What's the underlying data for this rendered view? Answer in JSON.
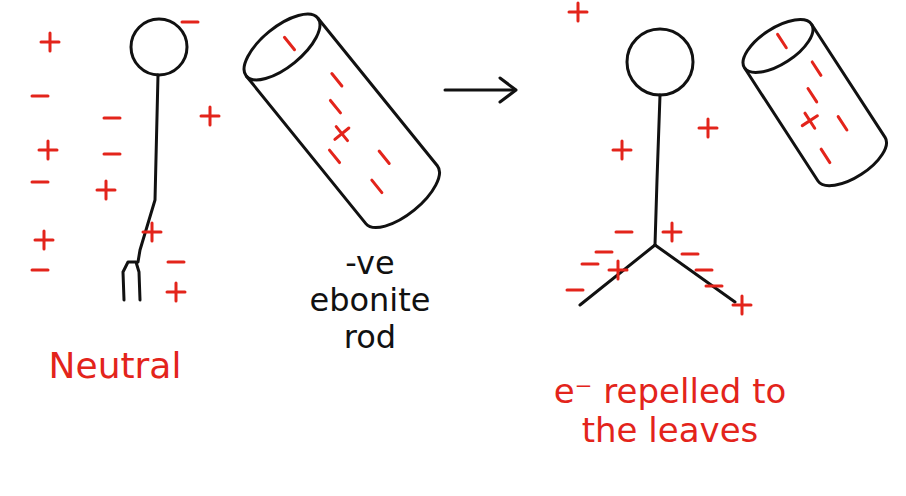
{
  "diagram": {
    "labels": [
      "Neutral",
      "-ve ebonite rod",
      "e⁻ repelled to the leaves"
    ]
  }
}
